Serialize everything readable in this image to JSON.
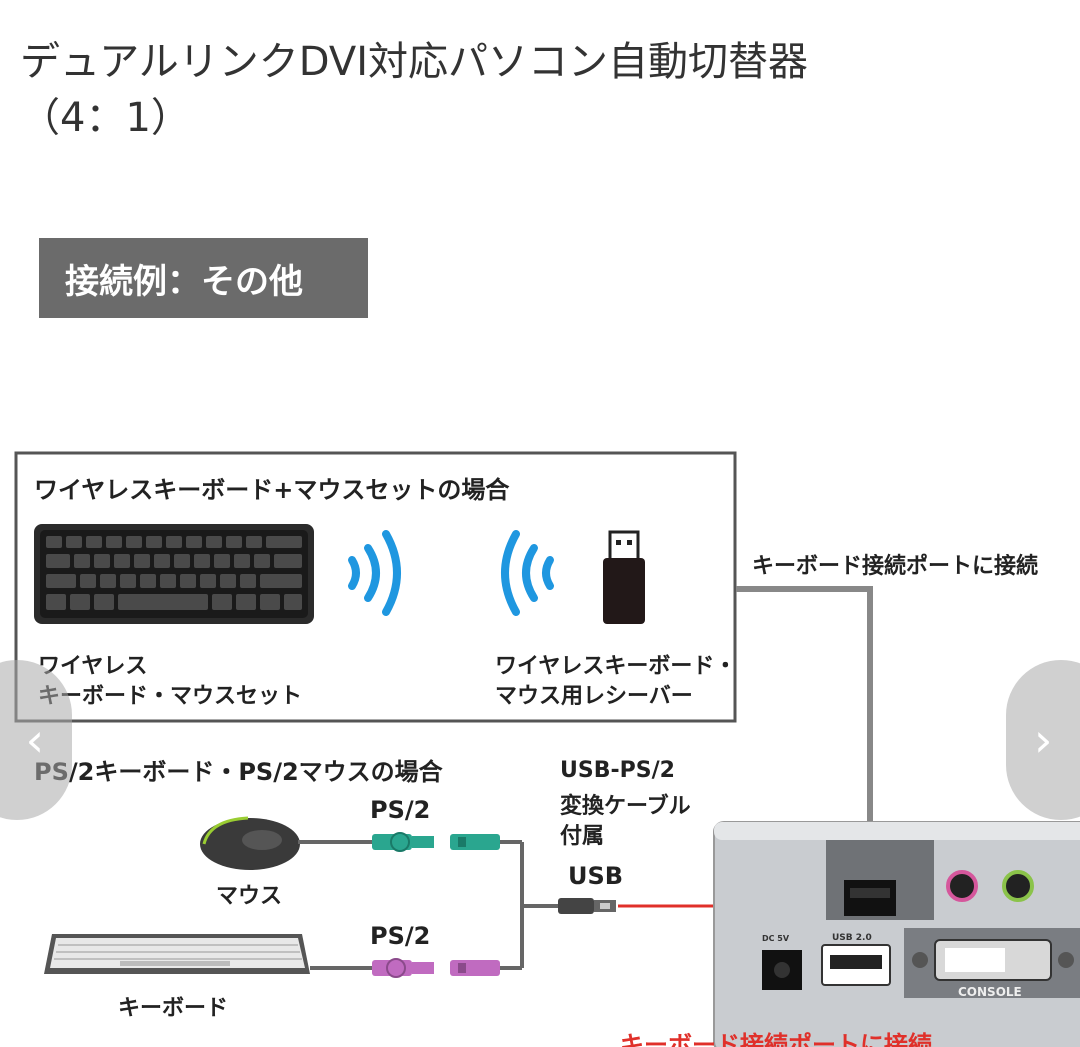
{
  "page": {
    "title_line1": "デュアルリンクDVI対応パソコン自動切替器",
    "title_line2": "（4：1）",
    "section_tag": "接続例：その他"
  },
  "figure": {
    "wireless_box_title": "ワイヤレスキーボード+マウスセットの場合",
    "wireless_set_line1": "ワイヤレス",
    "wireless_set_line2": "キーボード・マウスセット",
    "receiver_line1": "ワイヤレスキーボード・",
    "receiver_line2": "マウス用レシーバー",
    "keyboard_port_label": "キーボード接続ポートに接続",
    "ps2_case_title": "PS/2キーボード・PS/2マウスの場合",
    "ps2_label_mouse": "PS/2",
    "ps2_label_keyboard": "PS/2",
    "cable_line1": "USB-PS/2",
    "cable_line2": "変換ケーブル",
    "cable_line3": "付属",
    "usb_label": "USB",
    "mouse_label": "マウス",
    "keyboard_label": "キーボード",
    "device_usb_label": "USB 2.0",
    "device_console_label": "CONSOLE",
    "device_dc_label": "DC 5V",
    "bottom_red_text": "キーボード接続ポートに接続"
  },
  "colors": {
    "section_tag_bg": "#6b6b6b",
    "wireless_blue": "#1f97e0",
    "mouse_ps2_green": "#2aa68f",
    "keyboard_ps2_purple": "#c06bc0",
    "arrow_red": "#e0302a",
    "connector_gray": "#888888"
  },
  "icons": {
    "prev": "chevron-left-icon",
    "next": "chevron-right-icon"
  }
}
